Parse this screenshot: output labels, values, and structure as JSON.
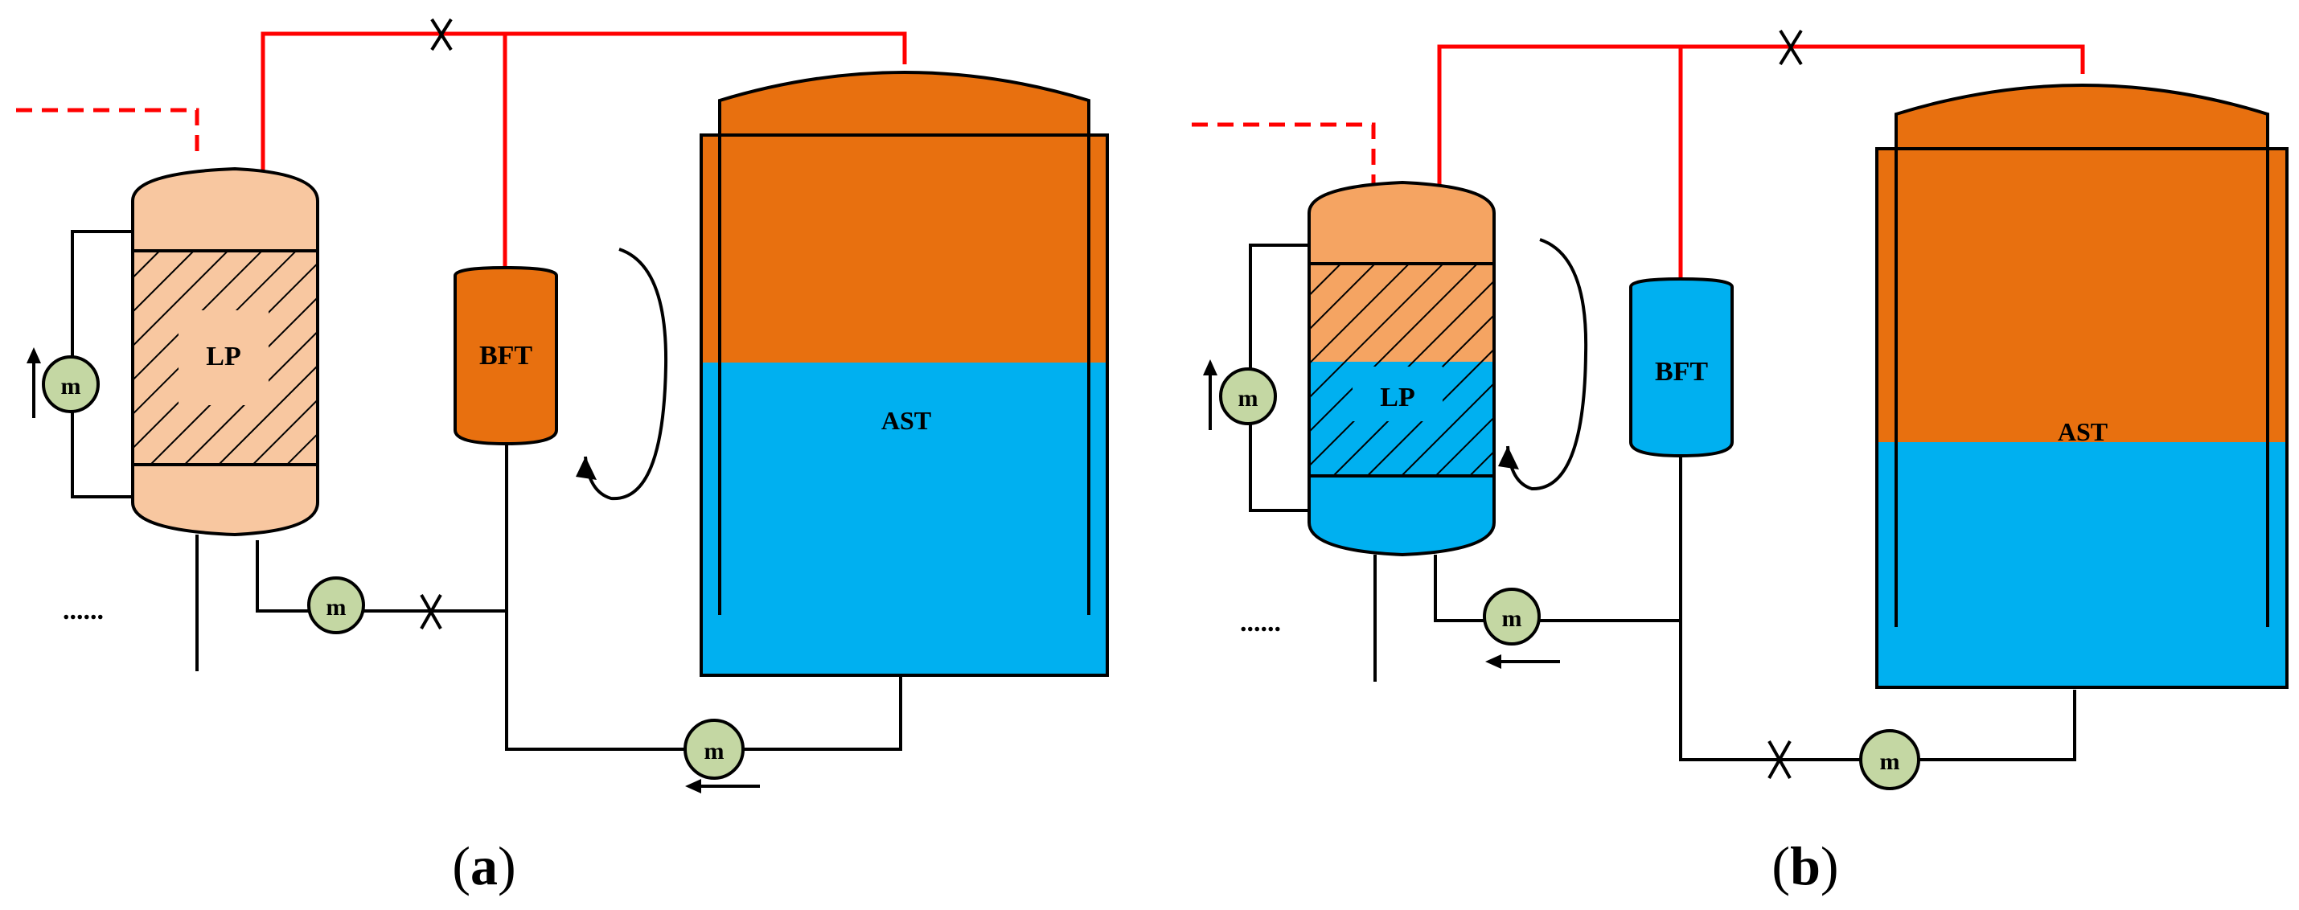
{
  "panels": [
    {
      "caption_open": "(",
      "caption_letter": "a",
      "caption_close": ")",
      "labels": {
        "lp": "LP",
        "bft": "BFT",
        "ast": "AST",
        "pump": "m",
        "ellipsis": "......"
      }
    },
    {
      "caption_open": "(",
      "caption_letter": "b",
      "caption_close": ")",
      "labels": {
        "lp": "LP",
        "bft": "BFT",
        "ast": "AST",
        "pump": "m",
        "ellipsis": "......"
      }
    }
  ],
  "colors": {
    "orange_dark": "#E8700F",
    "orange_light": "#F8C7A0",
    "orange_mid": "#F5A462",
    "blue": "#00B0F0",
    "pump_green": "#C4D7A3",
    "pipe_red": "#FF0000",
    "line_black": "#000000"
  }
}
